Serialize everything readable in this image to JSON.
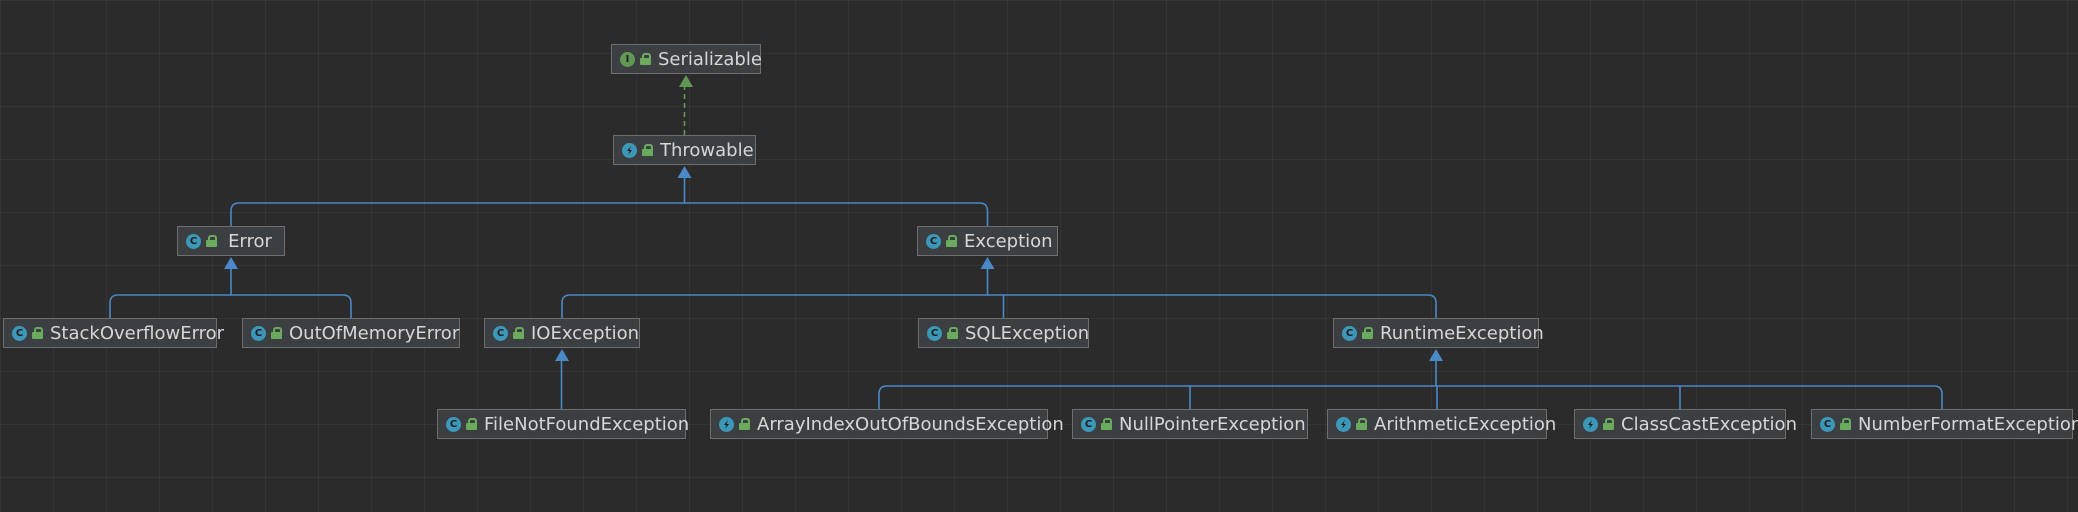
{
  "diagram": {
    "nodes": [
      {
        "id": "serializable",
        "name": "Serializable",
        "kind": "interface",
        "icon": "interface-icon"
      },
      {
        "id": "throwable",
        "name": "Throwable",
        "kind": "abstract-class",
        "icon": "abstract-class-icon"
      },
      {
        "id": "error",
        "name": "Error",
        "kind": "class",
        "icon": "class-icon"
      },
      {
        "id": "exception",
        "name": "Exception",
        "kind": "class",
        "icon": "class-icon"
      },
      {
        "id": "stackoverflowerror",
        "name": "StackOverflowError",
        "kind": "class",
        "icon": "class-icon"
      },
      {
        "id": "outofmemoryerror",
        "name": "OutOfMemoryError",
        "kind": "class",
        "icon": "class-icon"
      },
      {
        "id": "ioexception",
        "name": "IOException",
        "kind": "class",
        "icon": "class-icon"
      },
      {
        "id": "sqlexception",
        "name": "SQLException",
        "kind": "class",
        "icon": "class-icon"
      },
      {
        "id": "runtimeexception",
        "name": "RuntimeException",
        "kind": "class",
        "icon": "class-icon"
      },
      {
        "id": "filenotfoundexception",
        "name": "FileNotFoundException",
        "kind": "class",
        "icon": "class-icon"
      },
      {
        "id": "arrayindexoutofboundsexception",
        "name": "ArrayIndexOutOfBoundsException",
        "kind": "abstract-class",
        "icon": "abstract-class-icon"
      },
      {
        "id": "nullpointerexception",
        "name": "NullPointerException",
        "kind": "class",
        "icon": "class-icon"
      },
      {
        "id": "arithmeticexception",
        "name": "ArithmeticException",
        "kind": "abstract-class",
        "icon": "abstract-class-icon"
      },
      {
        "id": "classcastexception",
        "name": "ClassCastException",
        "kind": "abstract-class",
        "icon": "abstract-class-icon"
      },
      {
        "id": "numberformatexception",
        "name": "NumberFormatException",
        "kind": "class",
        "icon": "class-icon"
      }
    ],
    "edges": [
      {
        "from": "throwable",
        "to": "serializable",
        "type": "implements"
      },
      {
        "from": "error",
        "to": "throwable",
        "type": "extends"
      },
      {
        "from": "exception",
        "to": "throwable",
        "type": "extends"
      },
      {
        "from": "stackoverflowerror",
        "to": "error",
        "type": "extends"
      },
      {
        "from": "outofmemoryerror",
        "to": "error",
        "type": "extends"
      },
      {
        "from": "ioexception",
        "to": "exception",
        "type": "extends"
      },
      {
        "from": "sqlexception",
        "to": "exception",
        "type": "extends"
      },
      {
        "from": "runtimeexception",
        "to": "exception",
        "type": "extends"
      },
      {
        "from": "filenotfoundexception",
        "to": "ioexception",
        "type": "extends"
      },
      {
        "from": "arrayindexoutofboundsexception",
        "to": "runtimeexception",
        "type": "extends"
      },
      {
        "from": "nullpointerexception",
        "to": "runtimeexception",
        "type": "extends"
      },
      {
        "from": "arithmeticexception",
        "to": "runtimeexception",
        "type": "extends"
      },
      {
        "from": "classcastexception",
        "to": "runtimeexception",
        "type": "extends"
      },
      {
        "from": "numberformatexception",
        "to": "runtimeexception",
        "type": "extends"
      }
    ],
    "colors": {
      "background": "#2b2b2b",
      "node_fill": "#3c3f41",
      "node_border": "#6e6e6e",
      "text": "#d6d6d6",
      "extends_edge": "#4a88c7",
      "implements_edge": "#629755",
      "class_icon": "#3d97b8",
      "interface_icon": "#629755",
      "visibility_icon": "#6aab5e"
    }
  }
}
